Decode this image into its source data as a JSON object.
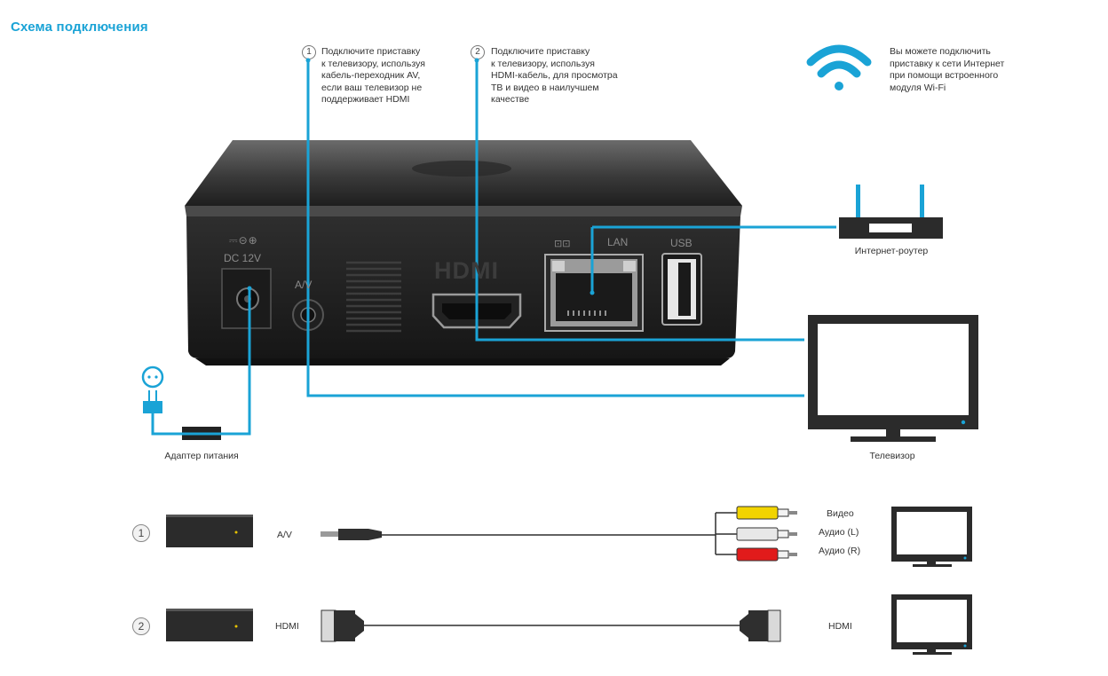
{
  "title": "Схема подключения",
  "notes": {
    "av": {
      "number": "1",
      "lines": [
        "Подключите приставку",
        "к телевизору, используя",
        "кабель-переходник AV,",
        "если ваш телевизор не",
        "поддерживает HDMI"
      ]
    },
    "hdmi": {
      "number": "2",
      "lines": [
        "Подключите приставку",
        "к телевизору, используя",
        "HDMI-кабель, для просмотра",
        "ТВ и видео в наилучшем",
        "качестве"
      ]
    },
    "wifi": {
      "lines": [
        "Вы можете подключить",
        "приставку к сети Интернет",
        "при помощи встроенного",
        "модуля Wi-Fi"
      ]
    }
  },
  "device_ports": {
    "dc_symbol": "⎓⊝⊕",
    "dc": "DC 12V",
    "av": "A/V",
    "hdmi": "HDMI",
    "lan": "LAN",
    "usb": "USB"
  },
  "labels": {
    "router": "Интернет-роутер",
    "tv": "Телевизор",
    "adapter": "Адаптер питания"
  },
  "bottom": {
    "row1": {
      "number": "1",
      "cable": "A/V",
      "outputs": [
        "Видео",
        "Аудио (L)",
        "Аудио (R)"
      ]
    },
    "row2": {
      "number": "2",
      "cable": "HDMI",
      "tv_input": "HDMI"
    }
  },
  "colors": {
    "accent": "#1aa3d6",
    "rca_video": "#f2d400",
    "rca_audio_l": "#e8e8e8",
    "rca_audio_r": "#e11b1b"
  }
}
